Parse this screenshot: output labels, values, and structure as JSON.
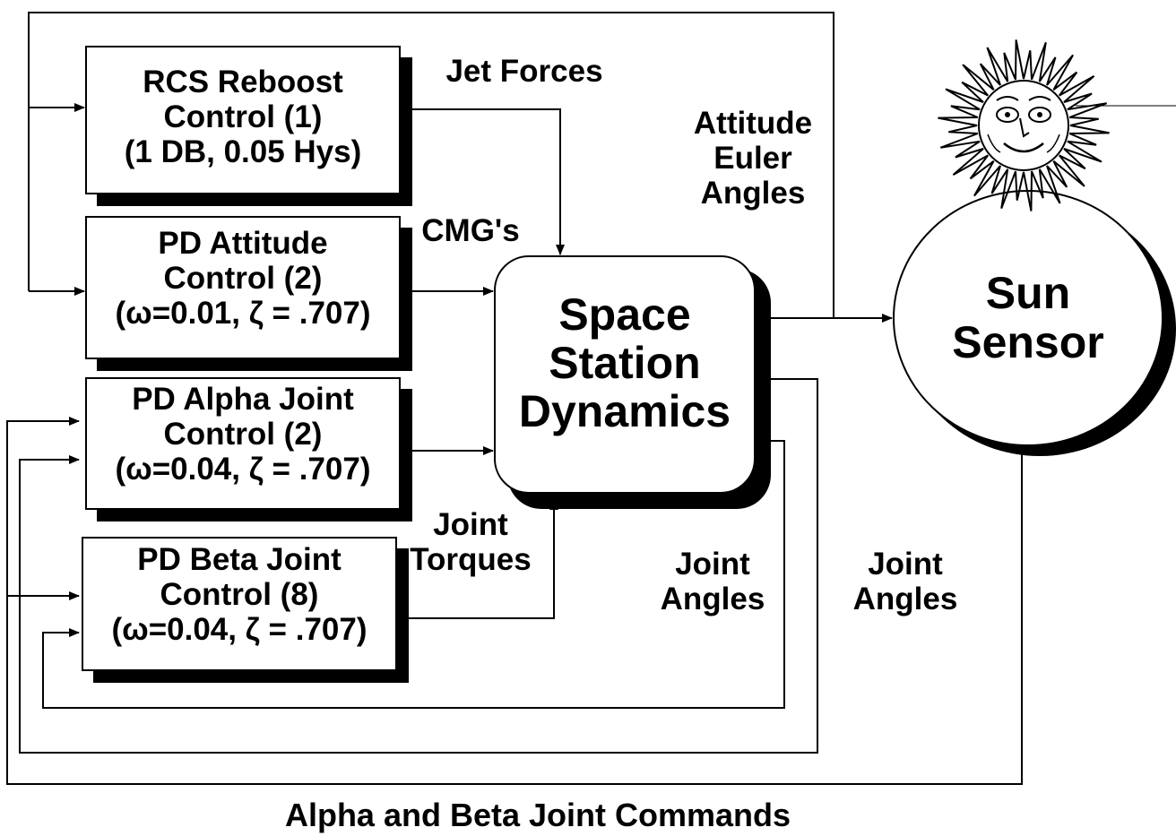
{
  "boxes": {
    "rcs": {
      "lines": [
        "RCS Reboost",
        "Control (1)",
        "(1 DB, 0.05 Hys)"
      ]
    },
    "pd_attitude": {
      "lines": [
        "PD Attitude",
        "Control (2)",
        "(ω=0.01, ζ = .707)"
      ]
    },
    "pd_alpha": {
      "lines": [
        "PD Alpha Joint",
        "Control (2)",
        "(ω=0.04, ζ = .707)"
      ]
    },
    "pd_beta": {
      "lines": [
        "PD Beta Joint",
        "Control (8)",
        "(ω=0.04, ζ = .707)"
      ]
    },
    "dynamics": {
      "lines": [
        "Space",
        "Station",
        "Dynamics"
      ]
    },
    "sun_sensor": {
      "lines": [
        "Sun",
        "Sensor"
      ]
    }
  },
  "signals": {
    "jet_forces": "Jet Forces",
    "cmgs": "CMG's",
    "joint_torques": [
      "Joint",
      "Torques"
    ],
    "attitude_angles": [
      "Attitude",
      "Euler",
      "Angles"
    ],
    "joint_angles_inner": [
      "Joint",
      "Angles"
    ],
    "joint_angles_outer": [
      "Joint",
      "Angles"
    ]
  },
  "footer": "Alpha and Beta Joint Commands",
  "icons": {
    "sun": "sun-face-icon"
  }
}
